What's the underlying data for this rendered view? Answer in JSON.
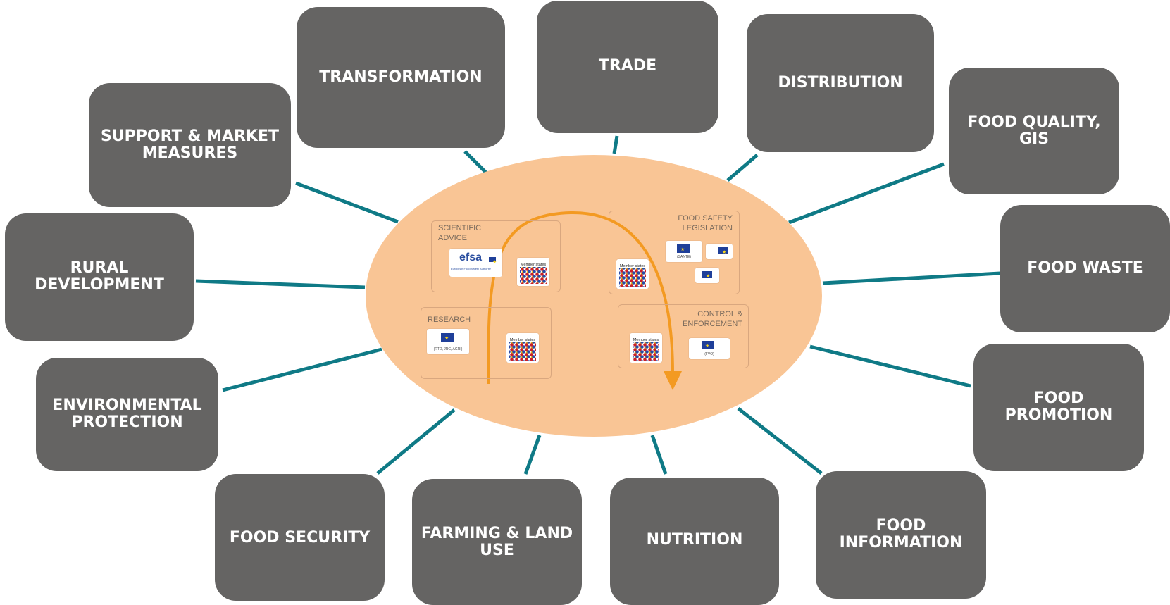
{
  "boxes": {
    "transformation": "TRANSFORMATION",
    "trade": "TRADE",
    "distribution": "DISTRIBUTION",
    "food_quality": "FOOD QUALITY,\nGIS",
    "support_market": "SUPPORT & MARKET\nMEASURES",
    "rural_development": "RURAL\nDEVELOPMENT",
    "food_waste": "FOOD WASTE",
    "environmental_protection": "ENVIRONMENTAL\nPROTECTION",
    "food_promotion": "FOOD\nPROMOTION",
    "food_security": "FOOD SECURITY",
    "farming_land_use": "FARMING & LAND\nUSE",
    "nutrition": "NUTRITION",
    "food_information": "FOOD\nINFORMATION"
  },
  "center": {
    "scientific_advice": "SCIENTIFIC\nADVICE",
    "food_safety_legislation": "FOOD SAFETY\nLEGISLATION",
    "research": "RESEARCH",
    "control_enforcement": "CONTROL &\nENFORCEMENT",
    "member_states": "Member states",
    "efsa_logo": "efsa",
    "efsa_subtitle": "European Food Safety Authority",
    "sante": "(SANTE)",
    "rtd": "(RTD, JRC, AGRI)",
    "fvo": "(FVO)"
  },
  "colors": {
    "box": "#656463",
    "connector": "#0f7a86",
    "ellipse": "#f9c595",
    "arrow": "#f39a22"
  }
}
